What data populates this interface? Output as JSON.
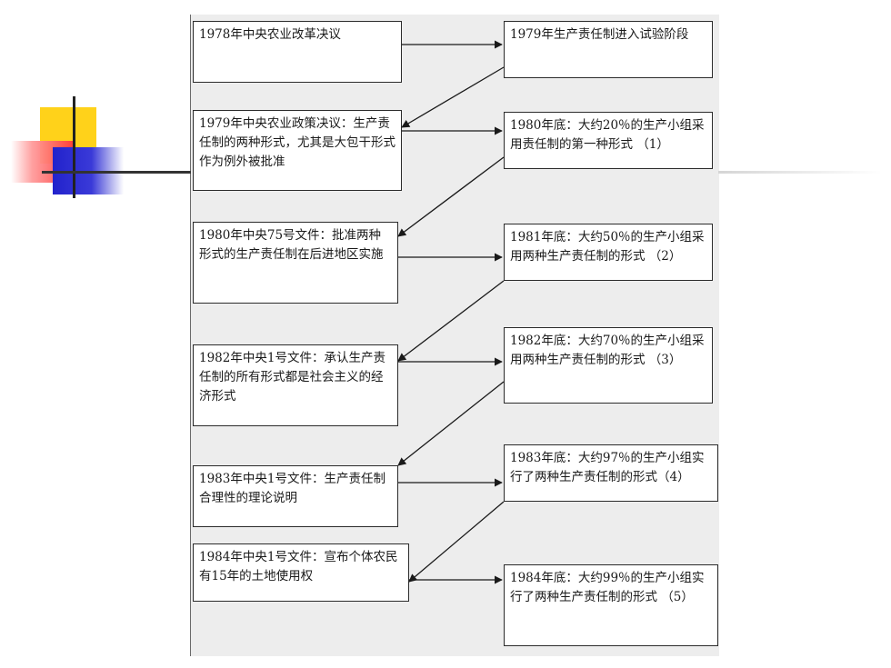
{
  "boxes": {
    "l1978": "1978年中央农业改革决议",
    "r1979": "1979年生产责任制进入试验阶段",
    "l1979": "1979年中央农业政策决议：生产责任制的两种形式，尤其是大包干形式作为例外被批准",
    "r1980": "1980年底：大约20％的生产小组采用责任制的第一种形式 （1）",
    "l1980": "1980年中央75号文件：批准两种形式的生产责任制在后进地区实施",
    "r1981": "1981年底：大约50％的生产小组采用两种生产责任制的形式 （2）",
    "l1982": "1982年中央1号文件：承认生产责任制的所有形式都是社会主义的经济形式",
    "r1982": "1982年底：大约70％的生产小组采用两种生产责任制的形式 （3）",
    "l1983": "1983年中央1号文件：生产责任制合理性的理论说明",
    "r1983": "1983年底：大约97％的生产小组实行了两种生产责任制的形式（4）",
    "l1984": "1984年中央1号文件：宣布个体农民有15年的土地使用权",
    "r1984": "1984年底：大约99％的生产小组实行了两种生产责任制的形式 （5）"
  }
}
